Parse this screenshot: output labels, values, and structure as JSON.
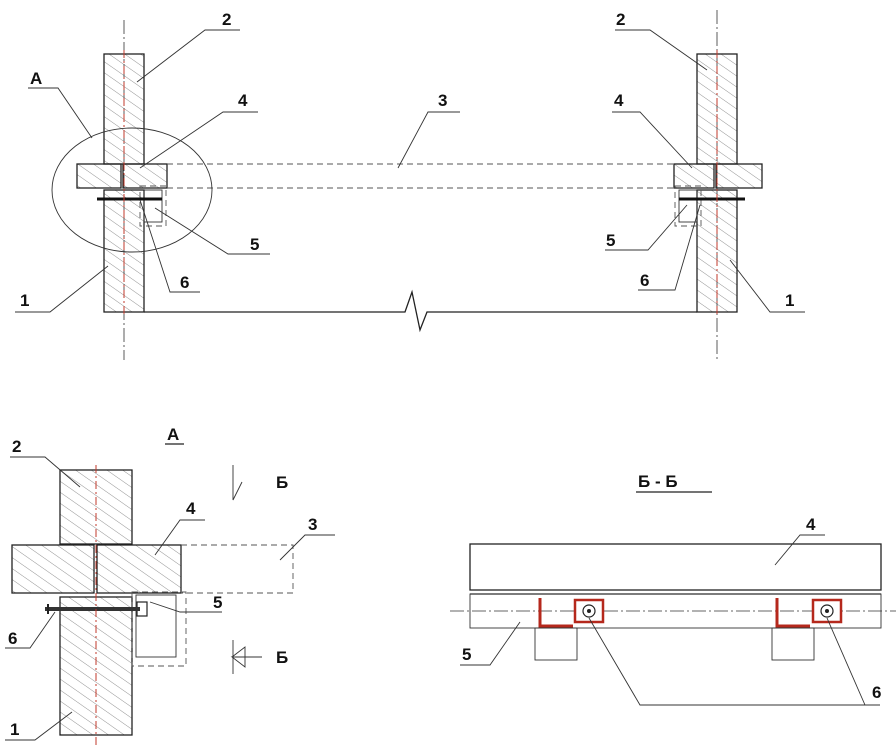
{
  "labels": {
    "n1": "1",
    "n2": "2",
    "n3": "3",
    "n4": "4",
    "n5": "5",
    "n6": "6",
    "detail_a": "А",
    "section_mark": "Б",
    "section_title": "Б - Б"
  }
}
